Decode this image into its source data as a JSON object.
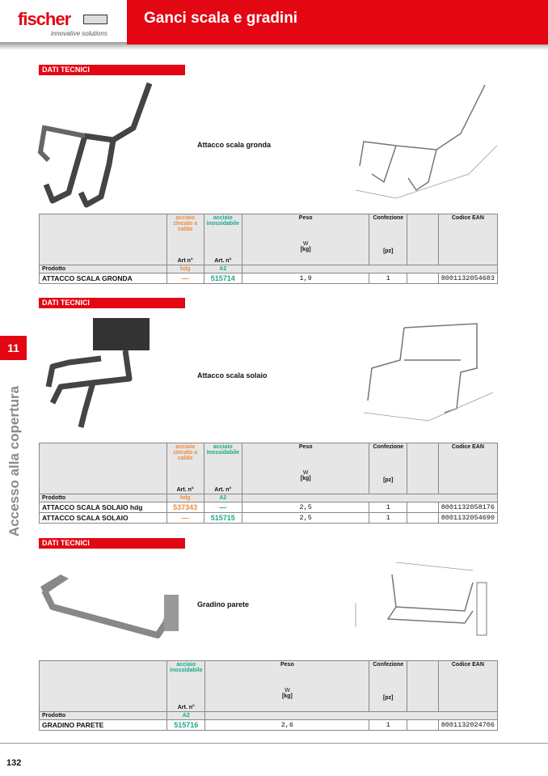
{
  "header": {
    "brand": "fischer",
    "tagline": "innovative solutions",
    "title": "Ganci scala e gradini"
  },
  "side": {
    "chapter": "11",
    "chapter_title": "Accesso alla copertura"
  },
  "page_number": "132",
  "sections": [
    {
      "label": "DATI TECNICI",
      "caption": "Attacco scala gronda",
      "table": {
        "materials": [
          {
            "name": "acciaio zincato a caldo",
            "art": "Art n°",
            "code": "hdg",
            "cls": "or"
          },
          {
            "name": "acciaio inossidabile",
            "art": "Art. n°",
            "code": "A2",
            "cls": "gr"
          }
        ],
        "peso": "Peso",
        "peso_sym": "W",
        "peso_unit": "[kg]",
        "conf": "Confezione",
        "conf_unit": "[pz]",
        "ean": "Codice EAN",
        "prodotto": "Prodotto",
        "rows": [
          {
            "name": "ATTACCO SCALA GRONDA",
            "arts": [
              "—",
              "515714"
            ],
            "peso": "1,9",
            "conf": "1",
            "ean": "8001132054683"
          }
        ]
      }
    },
    {
      "label": "DATI TECNICI",
      "caption": "Attacco scala solaio",
      "table": {
        "materials": [
          {
            "name": "acciaio zincato a caldo",
            "art": "Art. n°",
            "code": "hdg",
            "cls": "or"
          },
          {
            "name": "acciaio inossidabile",
            "art": "Art. n°",
            "code": "A2",
            "cls": "gr"
          }
        ],
        "peso": "Peso",
        "peso_sym": "W",
        "peso_unit": "[kg]",
        "conf": "Confezione",
        "conf_unit": "[pz]",
        "ean": "Codice EAN",
        "prodotto": "Prodotto",
        "rows": [
          {
            "name": "ATTACCO SCALA SOLAIO hdg",
            "arts": [
              "537343",
              "—"
            ],
            "peso": "2,5",
            "conf": "1",
            "ean": "8001132058176"
          },
          {
            "name": "ATTACCO SCALA SOLAIO",
            "arts": [
              "—",
              "515715"
            ],
            "peso": "2,5",
            "conf": "1",
            "ean": "8001132054690"
          }
        ]
      }
    },
    {
      "label": "DATI TECNICI",
      "caption": "Gradino parete",
      "table": {
        "materials": [
          {
            "name": "acciaio inossidabile",
            "art": "Art. n°",
            "code": "A2",
            "cls": "gr"
          }
        ],
        "peso": "Peso",
        "peso_sym": "W",
        "peso_unit": "[kg]",
        "conf": "Confezione",
        "conf_unit": "[pz]",
        "ean": "Codice EAN",
        "prodotto": "Prodotto",
        "rows": [
          {
            "name": "GRADINO PARETE",
            "arts": [
              "515716"
            ],
            "peso": "2,6",
            "conf": "1",
            "ean": "8001132024706"
          }
        ]
      }
    }
  ],
  "colors": {
    "brand": "#e30613",
    "hdg": "#f08a3c",
    "a2": "#1aaa8a"
  }
}
